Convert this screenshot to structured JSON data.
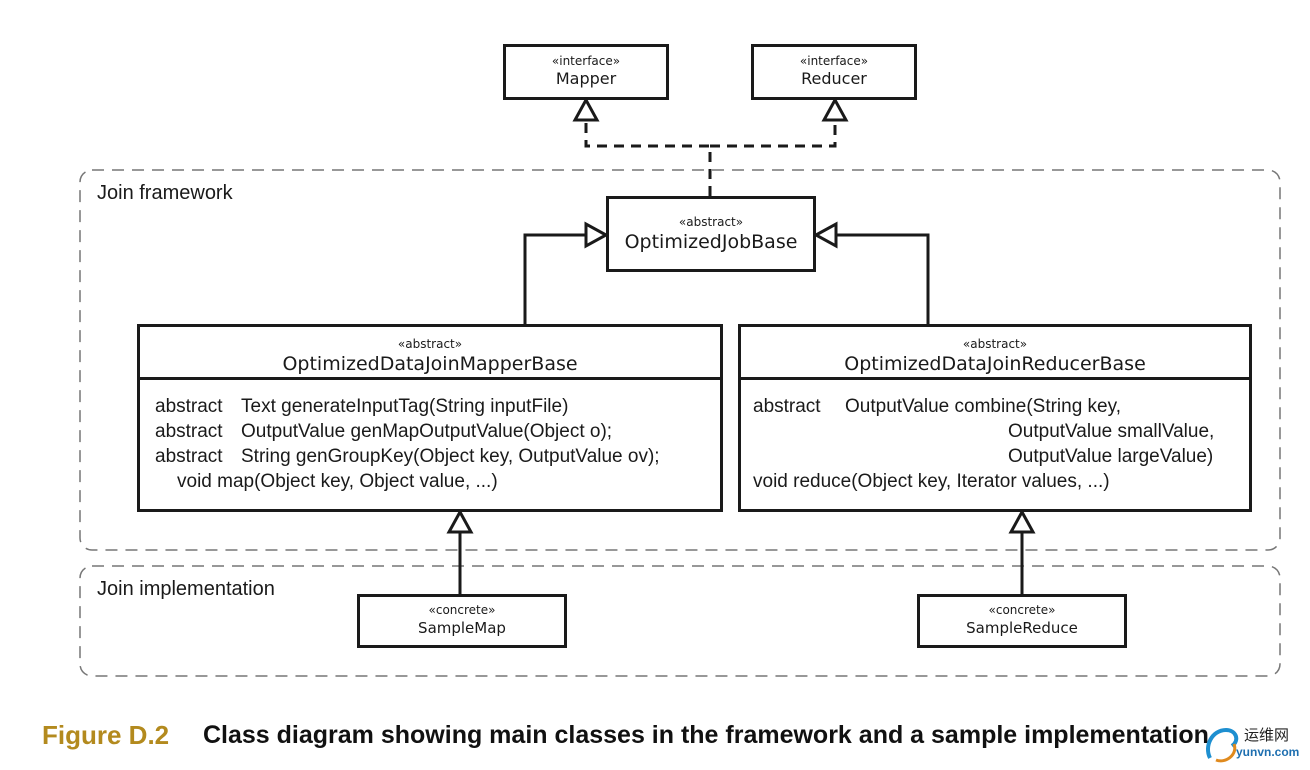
{
  "frames": {
    "framework_label": "Join framework",
    "implementation_label": "Join implementation"
  },
  "classes": {
    "mapper": {
      "stereotype": "«interface»",
      "name": "Mapper"
    },
    "reducer": {
      "stereotype": "«interface»",
      "name": "Reducer"
    },
    "job_base": {
      "stereotype": "«abstract»",
      "name": "OptimizedJobBase"
    },
    "mapper_base": {
      "stereotype": "«abstract»",
      "name": "OptimizedDataJoinMapperBase",
      "members": [
        {
          "modifier": "abstract",
          "signature": "Text generateInputTag(String inputFile)"
        },
        {
          "modifier": "abstract",
          "signature": "OutputValue genMapOutputValue(Object o);"
        },
        {
          "modifier": "abstract",
          "signature": "String genGroupKey(Object key, OutputValue ov);"
        },
        {
          "modifier": "",
          "signature": "void map(Object key, Object value, ...)"
        }
      ]
    },
    "reducer_base": {
      "stereotype": "«abstract»",
      "name": "OptimizedDataJoinReducerBase",
      "members": [
        {
          "modifier": "abstract",
          "signature": "OutputValue combine(String key,"
        },
        {
          "modifier": "",
          "signature": "OutputValue smallValue,"
        },
        {
          "modifier": "",
          "signature": "OutputValue largeValue)"
        },
        {
          "modifier": "",
          "signature": "void reduce(Object key, Iterator values, ...)"
        }
      ]
    },
    "sample_map": {
      "stereotype": "«concrete»",
      "name": "SampleMap"
    },
    "sample_reduce": {
      "stereotype": "«concrete»",
      "name": "SampleReduce"
    }
  },
  "caption": {
    "label": "Figure D.2",
    "text": "Class diagram showing main classes in the framework and a sample implementation"
  },
  "watermark": {
    "line1": "运维网",
    "line2": "yunvn.com"
  },
  "colors": {
    "caption_label": "#b38a1e",
    "line": "#1a1a1a",
    "frame": "#777777"
  }
}
